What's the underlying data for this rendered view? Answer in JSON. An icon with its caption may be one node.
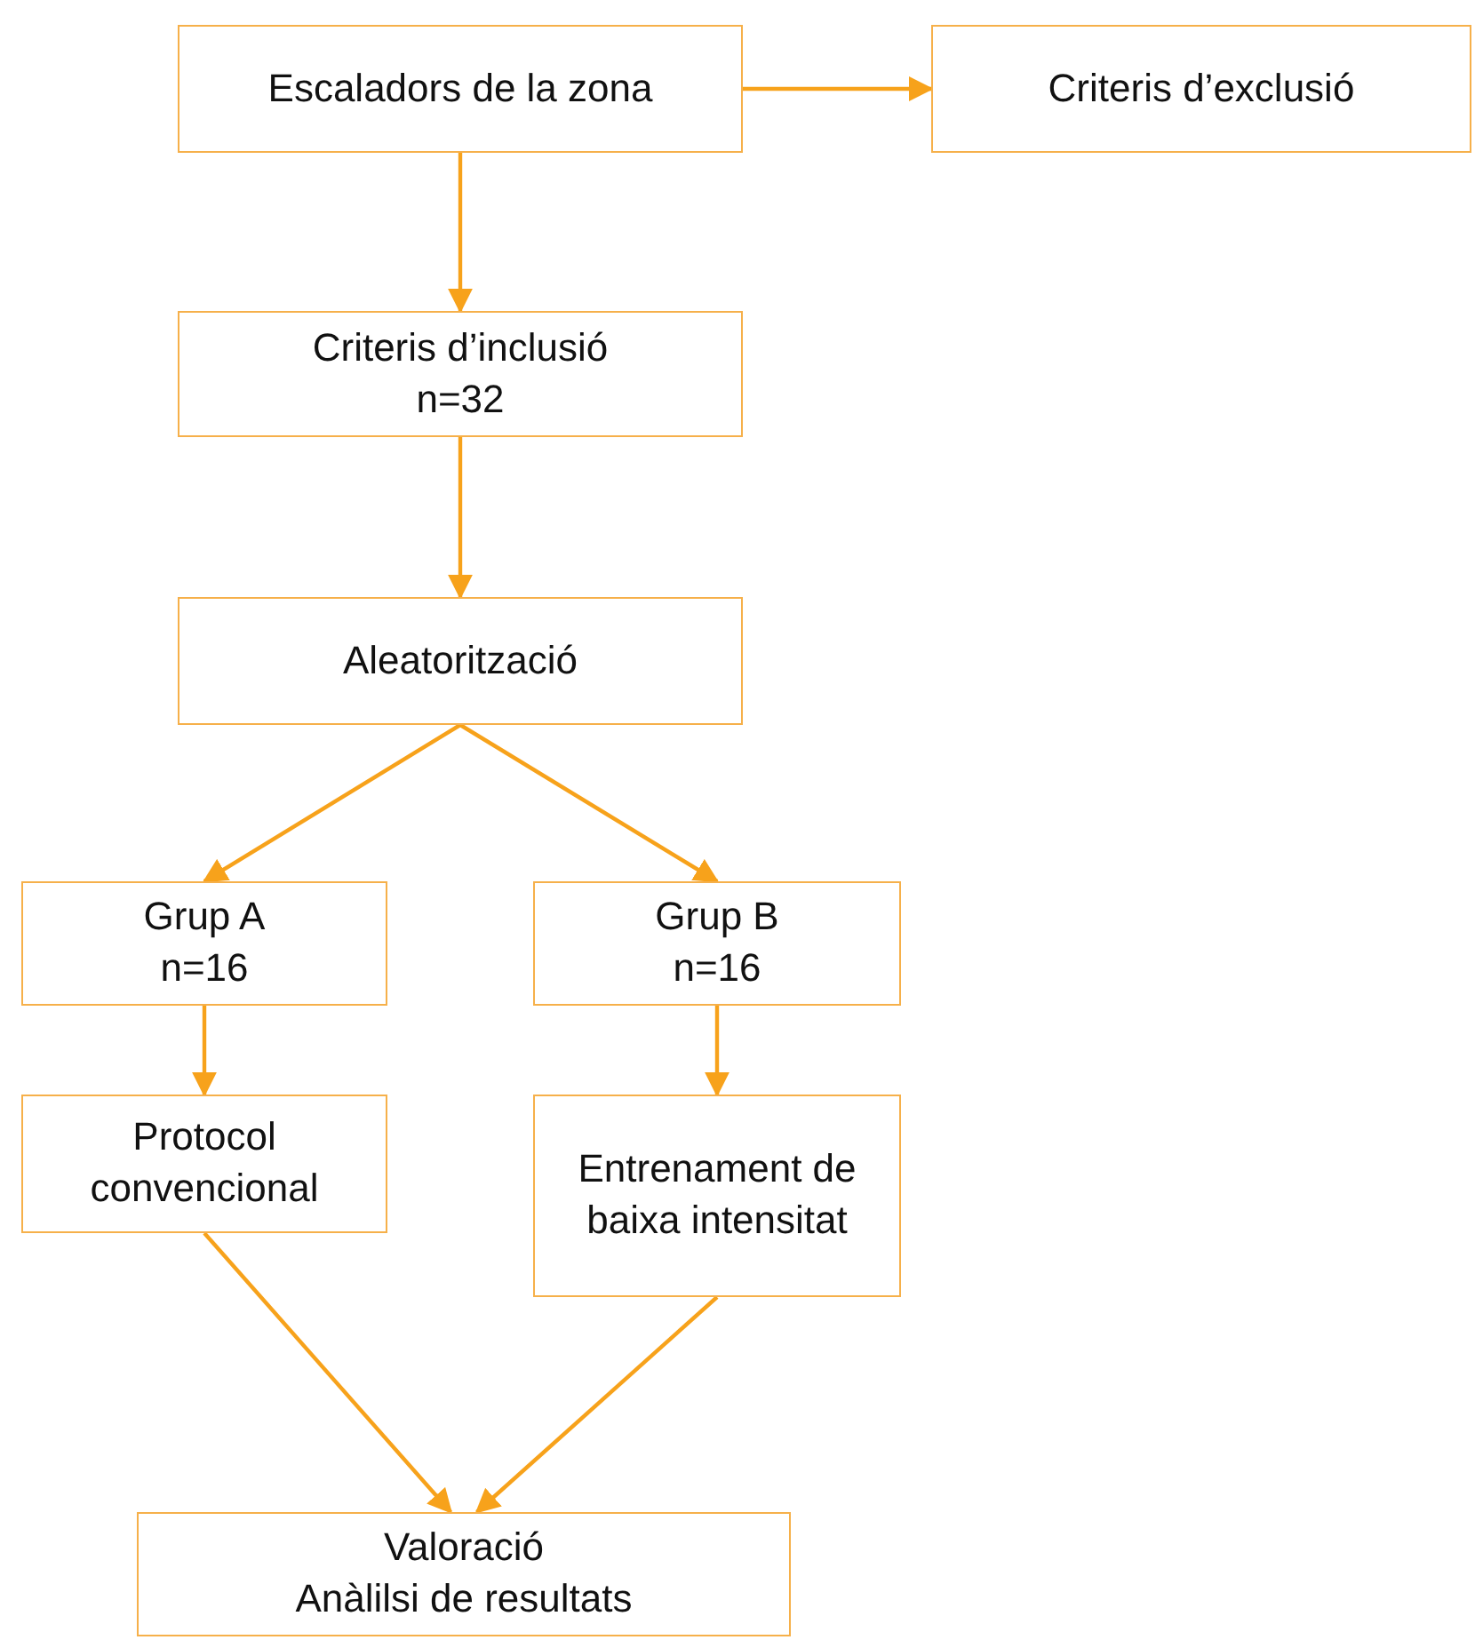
{
  "diagram": {
    "nodes": [
      {
        "text": [
          "Escaladors de la zona"
        ]
      },
      {
        "text": [
          "Criteris d’exclusió"
        ]
      },
      {
        "text": [
          "Criteris d’inclusió",
          "n=32"
        ]
      },
      {
        "text": [
          "Aleatorització"
        ]
      },
      {
        "text": [
          "Grup A",
          "n=16"
        ]
      },
      {
        "text": [
          "Grup B",
          "n=16"
        ]
      },
      {
        "text": [
          "Protocol convencional"
        ]
      },
      {
        "text": [
          "Entrenament de baixa intensitat"
        ]
      },
      {
        "text": [
          "Valoració",
          "Anàlilsi de resultats"
        ]
      }
    ],
    "edges": [
      {
        "from": 0,
        "to": 1,
        "arrow": "to"
      },
      {
        "from": 0,
        "to": 2,
        "arrow": "to"
      },
      {
        "from": 2,
        "to": 3,
        "arrow": "to"
      },
      {
        "from": 3,
        "to": 4,
        "arrow": "to"
      },
      {
        "from": 3,
        "to": 5,
        "arrow": "to"
      },
      {
        "from": 4,
        "to": 6,
        "arrow": "to"
      },
      {
        "from": 5,
        "to": 7,
        "arrow": "to"
      },
      {
        "from": 6,
        "to": 8,
        "arrow": "to"
      },
      {
        "from": 7,
        "to": 8,
        "arrow": "to"
      }
    ]
  }
}
